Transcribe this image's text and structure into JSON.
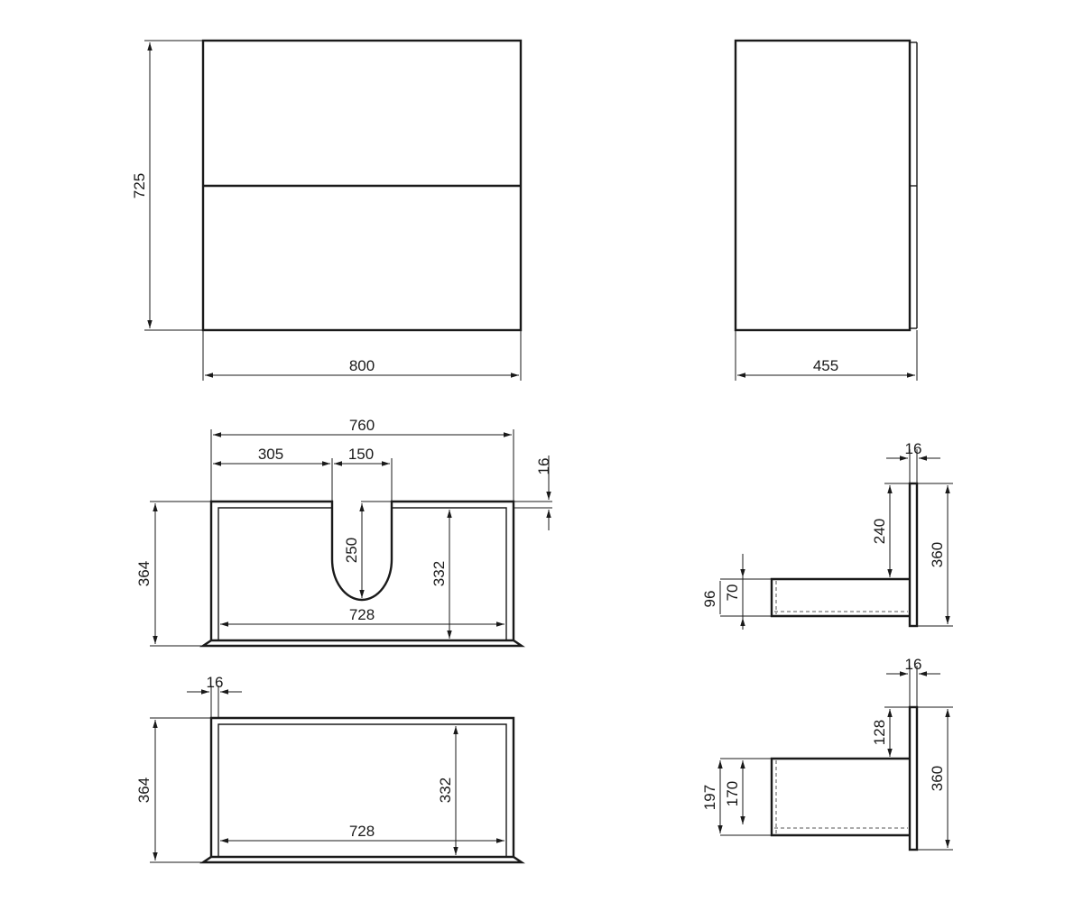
{
  "views": {
    "front": {
      "height": "725",
      "width": "800"
    },
    "side": {
      "depth": "455"
    },
    "drawer_top_plan": {
      "overall_width": "760",
      "cutout_offset": "305",
      "cutout_width": "150",
      "panel_thickness": "16",
      "cutout_depth": "250",
      "inner_depth": "332",
      "inner_width": "728",
      "outer_depth": "364"
    },
    "drawer_top_section": {
      "thickness": "16",
      "recess_depth": "240",
      "height": "360",
      "opening_height": "70",
      "opening_outer": "96"
    },
    "drawer_bottom_plan": {
      "thickness": "16",
      "outer_depth": "364",
      "inner_depth": "332",
      "inner_width": "728"
    },
    "drawer_bottom_section": {
      "thickness": "16",
      "recess_depth": "128",
      "height": "360",
      "opening_height": "170",
      "opening_outer": "197"
    }
  }
}
